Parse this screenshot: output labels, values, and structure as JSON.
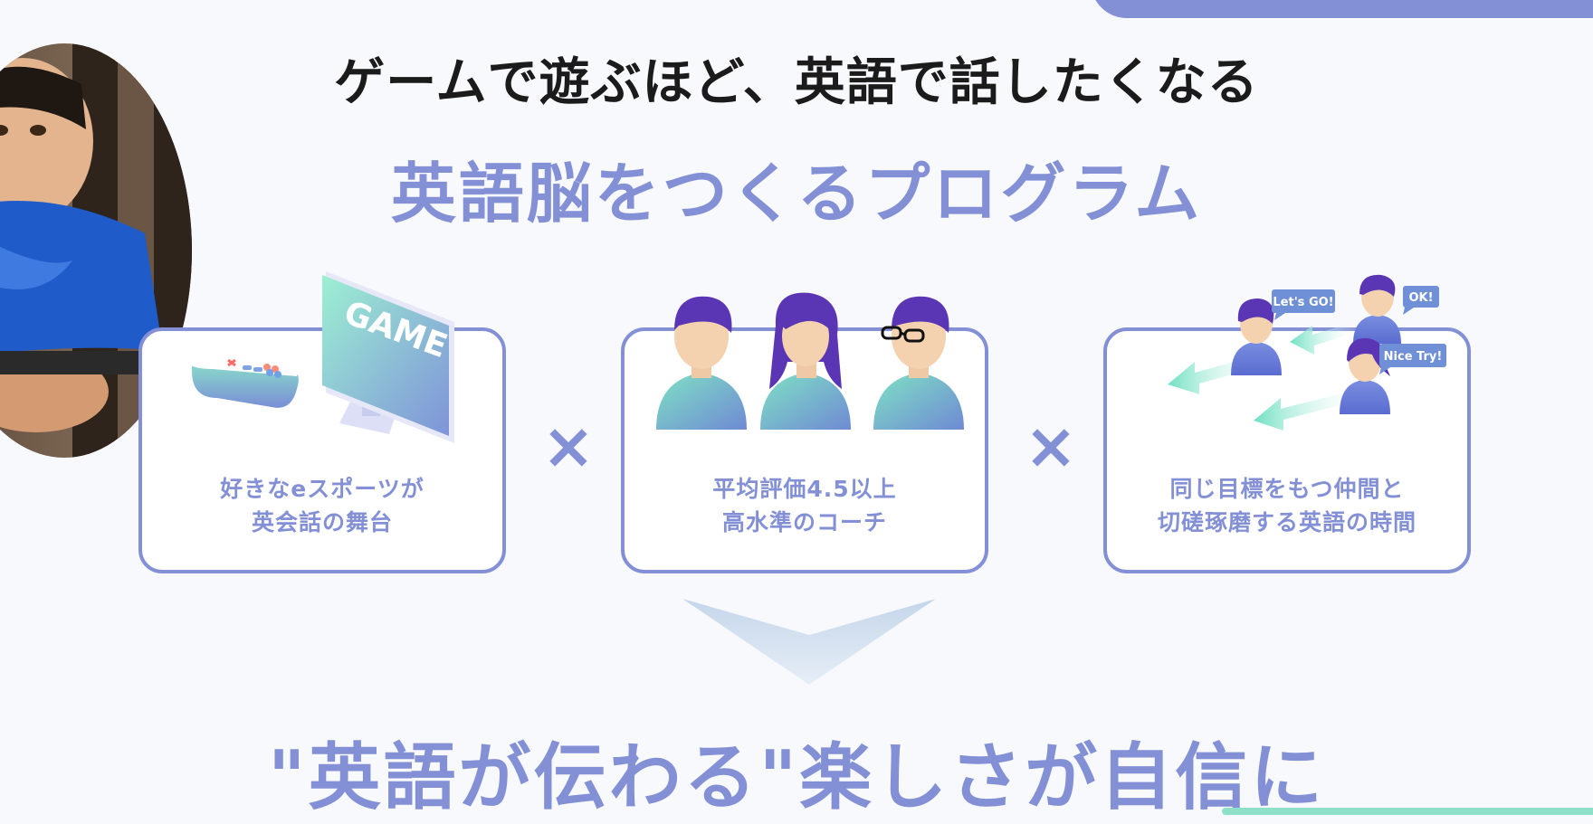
{
  "headline": "ゲームで遊ぶほど、英語で話したくなる",
  "subheadline": "英語脳をつくるプログラム",
  "photo_icon": "child-playing-game-photo",
  "multiply_sign": "×",
  "cards": [
    {
      "icon": "game-controller-and-monitor-icon",
      "monitor_text": "GAME",
      "line1": "好きなeスポーツが",
      "line2": "英会話の舞台"
    },
    {
      "icon": "coaches-group-icon",
      "line1": "平均評価4.5以上",
      "line2": "高水準のコーチ"
    },
    {
      "icon": "team-conversation-icon",
      "bubbles": [
        "Let's GO!",
        "OK!",
        "Nice Try!"
      ],
      "line1": "同じ目標をもつ仲間と",
      "line2": "切磋琢磨する英語の時間"
    }
  ],
  "conclusion": "\"英語が伝わる\"楽しさが自信に",
  "colors": {
    "accent": "#8390d6",
    "mint": "#7fe0c6",
    "hair": "#5a36b4",
    "skin": "#f4d2b0",
    "text": "#1b1b1b"
  }
}
